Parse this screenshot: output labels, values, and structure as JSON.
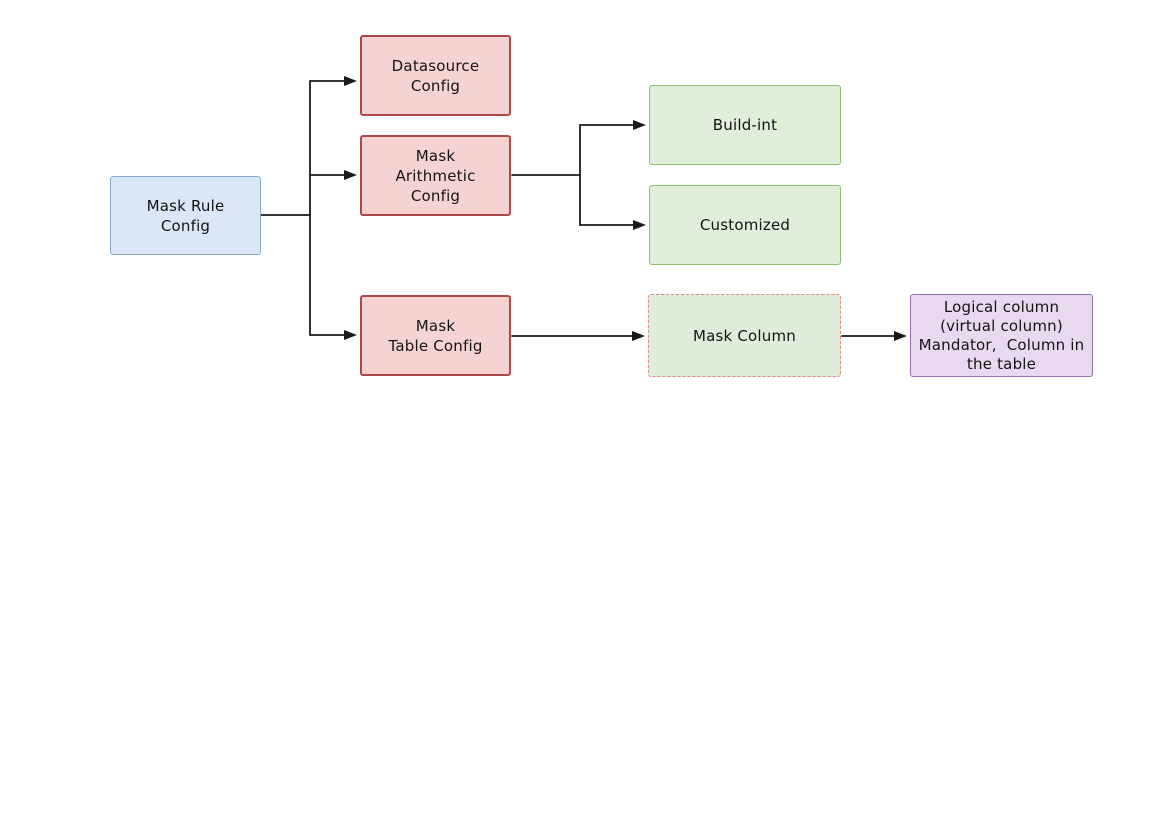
{
  "diagram": {
    "kind": "flowchart",
    "background_color": "#ffffff",
    "arrow_color": "#1b1b1b",
    "text_color": "#141414",
    "nodes": [
      {
        "id": "mask-rule-config",
        "label": "Mask Rule\nConfig",
        "shape": "rectangle",
        "fill": "#d9e7f7",
        "border": "#89a8cb",
        "border_style": "solid"
      },
      {
        "id": "datasource-config",
        "label": "Datasource\nConfig",
        "shape": "rectangle",
        "fill": "#f6d3d3",
        "border": "#b0484a",
        "border_style": "solid"
      },
      {
        "id": "mask-arithmetic-config",
        "label": "Mask\nArithmetic\nConfig",
        "shape": "rectangle",
        "fill": "#f6d3d3",
        "border": "#b0484a",
        "border_style": "solid"
      },
      {
        "id": "build-int",
        "label": "Build-int",
        "shape": "rectangle",
        "fill": "#e1eeda",
        "border": "#8abf70",
        "border_style": "solid"
      },
      {
        "id": "customized",
        "label": "Customized",
        "shape": "rectangle",
        "fill": "#e1eeda",
        "border": "#8abf70",
        "border_style": "solid"
      },
      {
        "id": "mask-table-config",
        "label": "Mask\nTable Config",
        "shape": "rectangle",
        "fill": "#f6d3d3",
        "border": "#b0484a",
        "border_style": "solid"
      },
      {
        "id": "mask-column",
        "label": "Mask Column",
        "shape": "rectangle",
        "fill": "#dfecd9",
        "border": "#e98680",
        "border_style": "dashed"
      },
      {
        "id": "logical-column",
        "label": "Logical column\n(virtual column)\nMandator,  Column in\nthe table",
        "shape": "rectangle",
        "fill": "#e8d8f0",
        "border": "#9a6fb0",
        "border_style": "solid"
      }
    ],
    "edges": [
      {
        "from": "mask-rule-config",
        "to": "datasource-config"
      },
      {
        "from": "mask-rule-config",
        "to": "mask-arithmetic-config"
      },
      {
        "from": "mask-rule-config",
        "to": "mask-table-config"
      },
      {
        "from": "mask-arithmetic-config",
        "to": "build-int"
      },
      {
        "from": "mask-arithmetic-config",
        "to": "customized"
      },
      {
        "from": "mask-table-config",
        "to": "mask-column"
      },
      {
        "from": "mask-column",
        "to": "logical-column"
      }
    ]
  }
}
